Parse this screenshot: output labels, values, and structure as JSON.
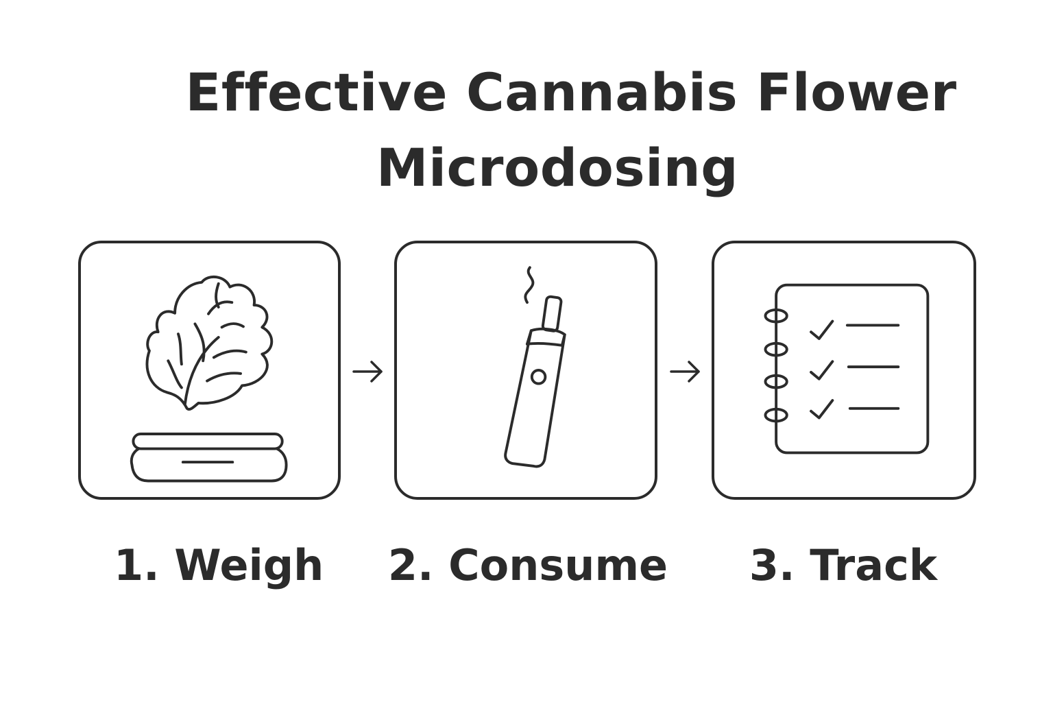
{
  "title": {
    "line1": "Effective Cannabis Flower",
    "line2": "Microdosing"
  },
  "steps": [
    {
      "label": "1. Weigh",
      "icon": "cannabis-bud-on-scale-icon"
    },
    {
      "label": "2. Consume",
      "icon": "vape-pen-icon"
    },
    {
      "label": "3. Track",
      "icon": "checklist-notebook-icon"
    }
  ],
  "arrows": [
    "arrow-right-icon",
    "arrow-right-icon"
  ],
  "colors": {
    "stroke": "#2b2b2b",
    "background": "#ffffff"
  }
}
